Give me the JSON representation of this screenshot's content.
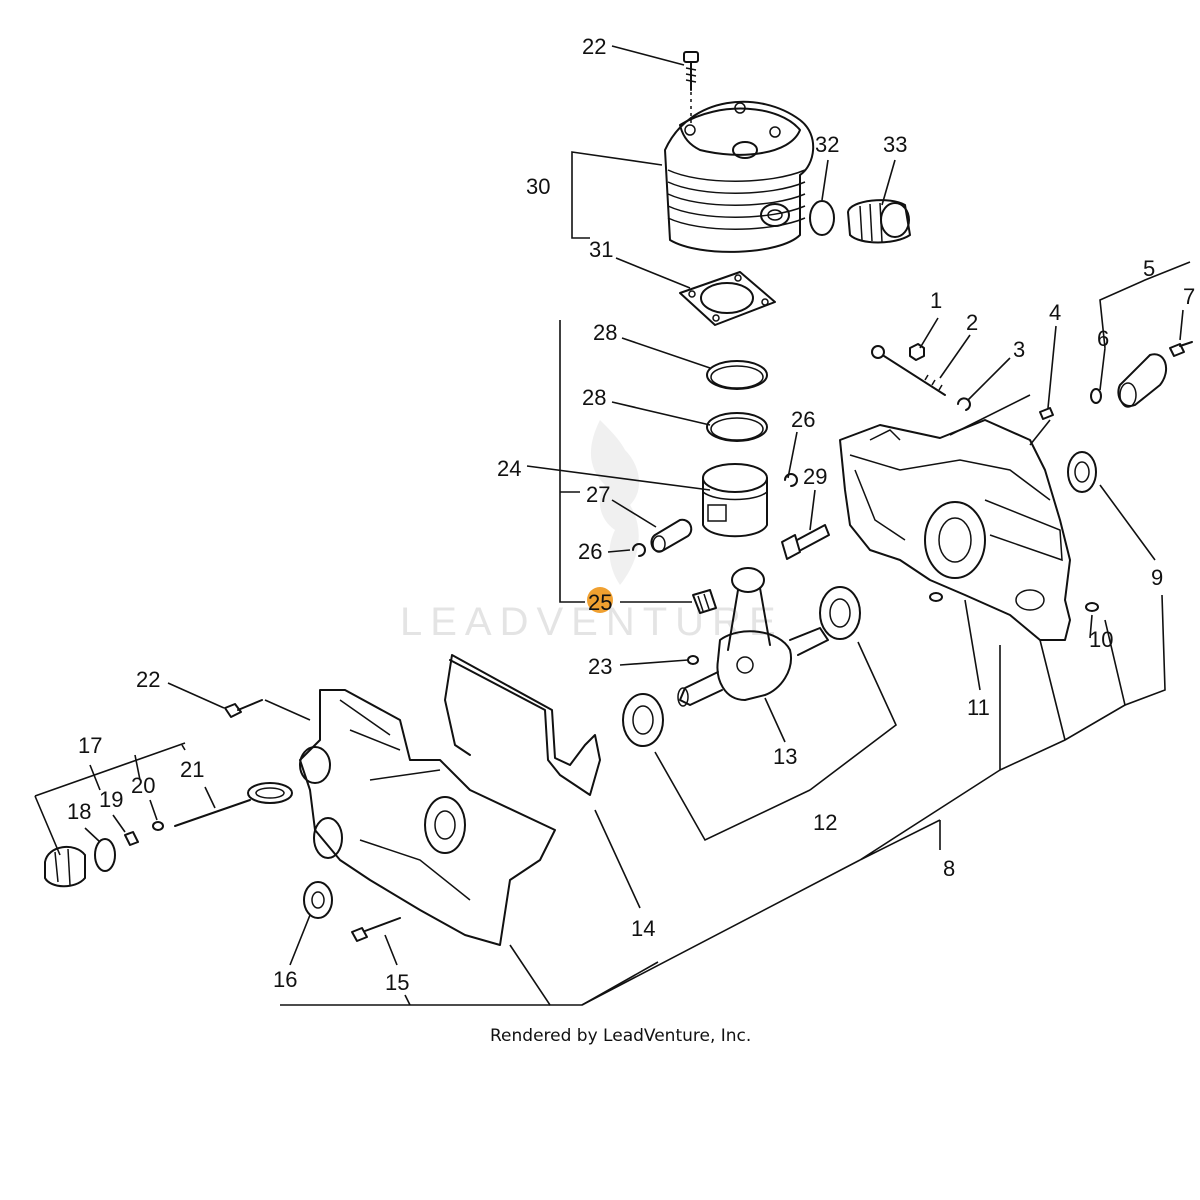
{
  "watermark": "LEADVENTURE",
  "footer": "Rendered by LeadVenture, Inc.",
  "highlight_color": "#f0a030",
  "callouts": {
    "c22a": "22",
    "c30": "30",
    "c31": "31",
    "c32": "32",
    "c33": "33",
    "c28a": "28",
    "c28b": "28",
    "c24": "24",
    "c27": "27",
    "c26a": "26",
    "c26b": "26",
    "c25": "25",
    "c29": "29",
    "c23": "23",
    "c13": "13",
    "c12": "12",
    "c1": "1",
    "c2": "2",
    "c3": "3",
    "c4": "4",
    "c5": "5",
    "c6": "6",
    "c7": "7",
    "c8": "8",
    "c9": "9",
    "c10": "10",
    "c11": "11",
    "c22b": "22",
    "c17": "17",
    "c18": "18",
    "c19": "19",
    "c20": "20",
    "c21": "21",
    "c14": "14",
    "c15": "15",
    "c16": "16"
  }
}
